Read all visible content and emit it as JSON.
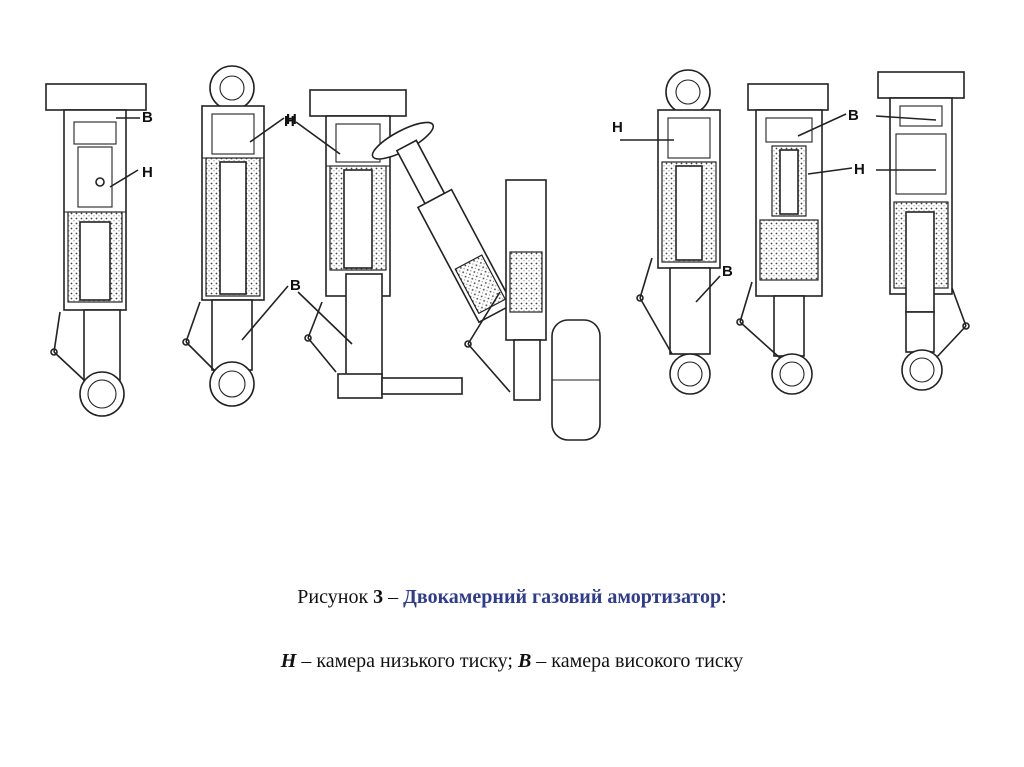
{
  "figure": {
    "labels": {
      "b": "В",
      "h": "Н"
    }
  },
  "caption": {
    "line1_prefix": "Рисунок ",
    "line1_number": "3",
    "line1_dash": " – ",
    "line1_title": "Двокамерний газовий амортизатор",
    "line1_colon": ":",
    "line2_h": "Н",
    "line2_h_text": " – камера низького тиску; ",
    "line2_b": "В",
    "line2_b_text": " – камера високого тиску"
  },
  "colors": {
    "title_accent": "#2e3b8e",
    "text": "#111111",
    "drawing": "#222222"
  }
}
